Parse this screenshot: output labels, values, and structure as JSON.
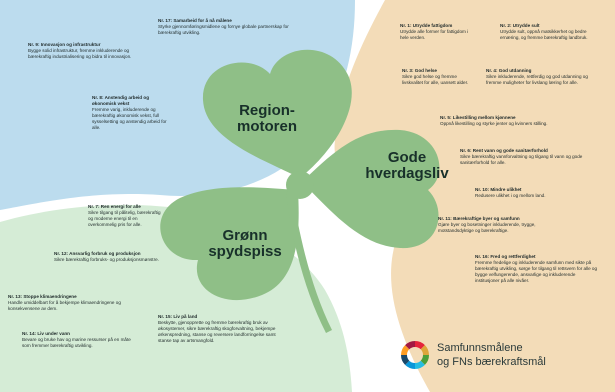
{
  "clover": {
    "region_line1": "Region-",
    "region_line2": "motoren",
    "green_line1": "Grønn",
    "green_line2": "spydspiss",
    "good_line1": "Gode",
    "good_line2": "hverdagsliv"
  },
  "goals": {
    "g1": {
      "title": "Nr. 1: Utrydde fattigdom",
      "text": "Utrydde alle former for fattigdom i hele verden."
    },
    "g2": {
      "title": "Nr. 2: Utrydde sult",
      "text": "Utrydde sult, oppnå matsikkerhet og bedre ernæring, og fremme bærekraftig landbruk."
    },
    "g3": {
      "title": "Nr. 3: God helse",
      "text": "Sikre god helse og fremme livskvalitet for alle, uansett alder."
    },
    "g4": {
      "title": "Nr. 4: God utdanning",
      "text": "Sikre inkluderende, rettferdig og god utdanning og fremme muligheter for livslang læring for alle."
    },
    "g5": {
      "title": "Nr. 5: Likestilling mellom kjønnene",
      "text": "Oppnå likestilling og styrke jenter og kvinners stilling."
    },
    "g6": {
      "title": "Nr. 6: Rent vann og gode sanitærforhold",
      "text": "Sikre bærekraftig vannforvaltning og tilgang til vann og gode sanitærforhold for alle."
    },
    "g7": {
      "title": "Nr. 7: Ren energi for alle",
      "text": "Sikre tilgang til pålitelig, bærekraftig og moderne energi til en overkommelig pris for alle."
    },
    "g8": {
      "title": "Nr. 8: Anstendig arbeid og økonomisk vekst",
      "text": "Fremme varig, inkluderende og bærekraftig økonomisk vekst, full sysselsetting og anstendig arbeid for alle."
    },
    "g9": {
      "title": "Nr. 9: Innovasjon og infrastruktur",
      "text": "Bygge solid infrastruktur, fremme inkluderende og bærekraftig industrialisering og bidra til innovasjon."
    },
    "g10": {
      "title": "Nr. 10: Mindre ulikhet",
      "text": "Redusere ulikhet i og mellom land."
    },
    "g11": {
      "title": "Nr. 11: Bærekraftige byer og samfunn",
      "text": "Gjøre byer og bosetninger inkluderende, trygge, motstandsdyktige og bærekraftige."
    },
    "g12": {
      "title": "Nr. 12: Ansvarlig forbruk og produksjon",
      "text": "Sikre bærekraftig forbruks- og produksjonsmønstre."
    },
    "g13": {
      "title": "Nr. 13: Stoppe klimaendringene",
      "text": "Handle umiddelbart for å bekjempe klimaendringene og konsekvensene av dem."
    },
    "g14": {
      "title": "Nr. 14: Liv under vann",
      "text": "Bevare og bruke hav og marine ressurser på en måte som fremmer bærekraftig utvikling."
    },
    "g15": {
      "title": "Nr. 15: Liv på land",
      "text": "Beskytte, gjenopprette og fremme bærekraftig bruk av økosystemer, sikre bærekraftig skogforvaltning, bekjempe ørkenspredning, stanse og reversere landforringelse samt stanse tap av artsmangfold."
    },
    "g16": {
      "title": "Nr. 16: Fred og rettferdighet",
      "text": "Fremme fredelige og inkluderende samfunn med sikte på bærekraftig utvikling, sørge for tilgang til rettsvern for alle og bygge velfungerende, ansvarlige og inkluderende institusjoner på alle nivåer."
    },
    "g17": {
      "title": "Nr. 17: Samarbeid for å nå målene",
      "text": "Styrke gjennomføringsmidlene og fornye globale partnerskap for bærekraftig utvikling."
    }
  },
  "logo": {
    "line1": "Samfunnsmålene",
    "line2": "og FNs bærekraftsmål"
  },
  "colors": {
    "blue": "#bcdcee",
    "tan": "#f3dcb8",
    "mint": "#d5ecd6",
    "clover": "#8fbf87"
  }
}
